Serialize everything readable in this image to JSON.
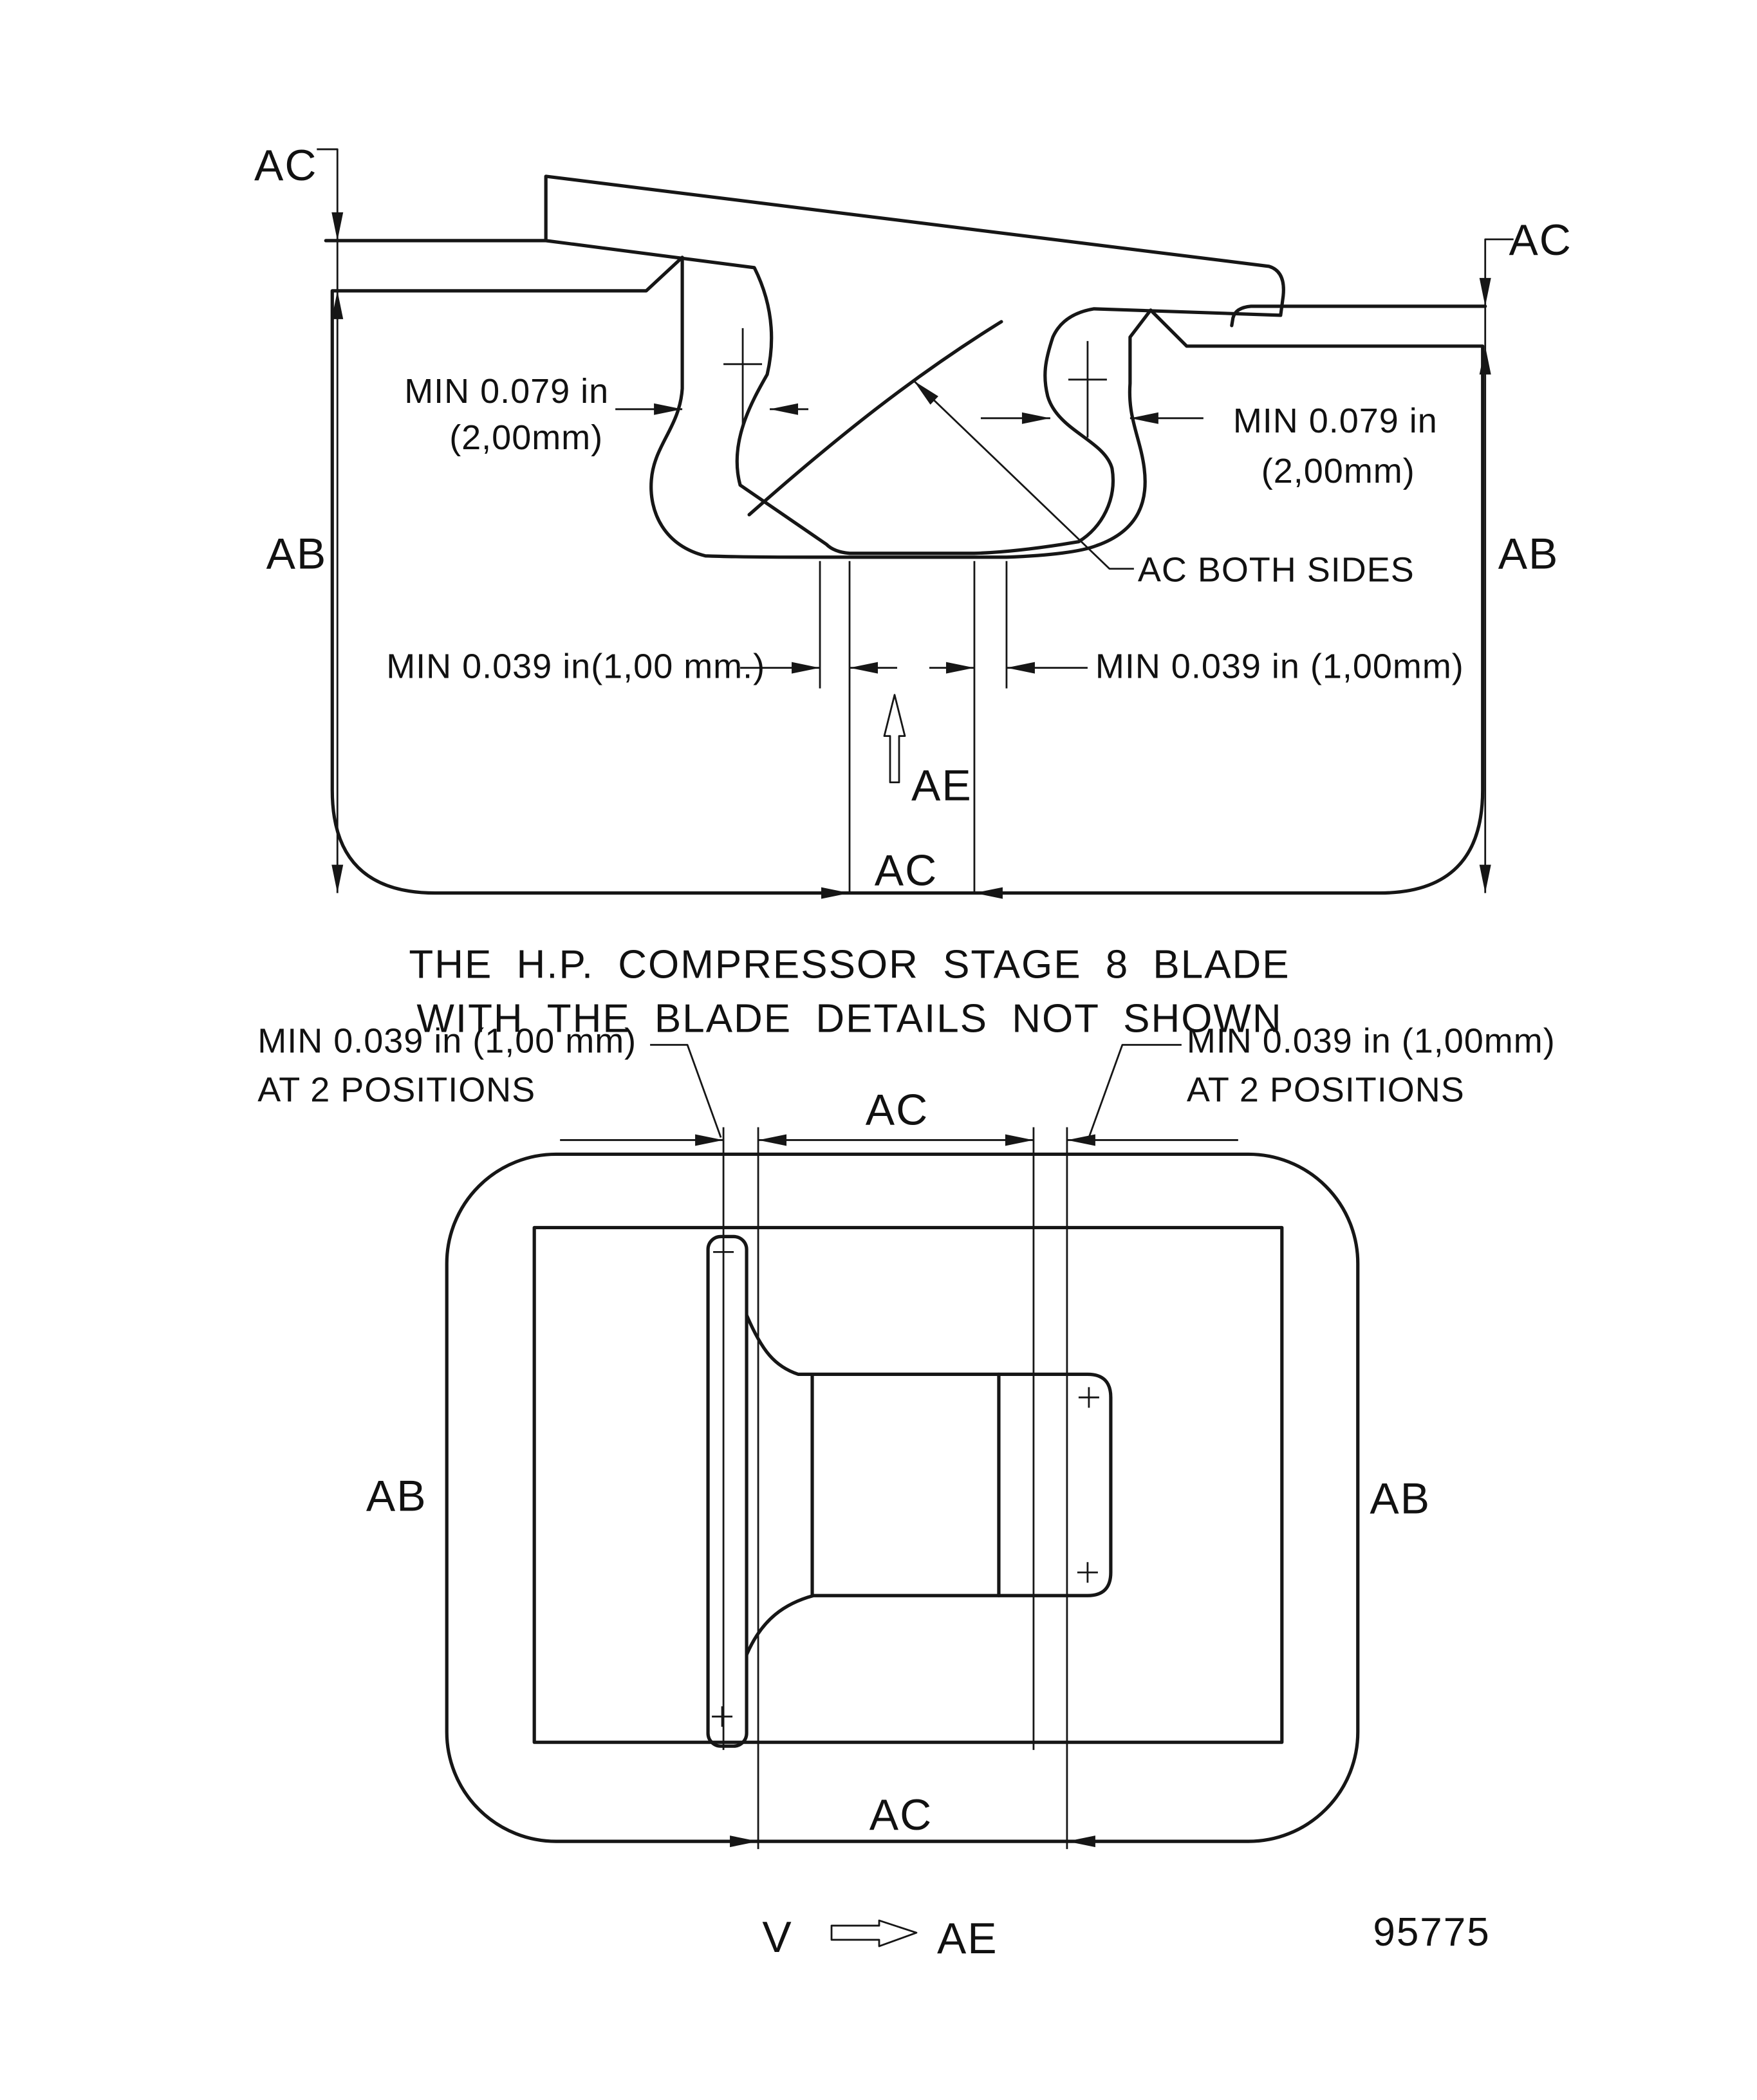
{
  "document": {
    "figure_number": "95775",
    "caption_line1": "THE H.P. COMPRESSOR STAGE 8 BLADE",
    "caption_line2": "WITH THE BLADE DETAILS NOT SHOWN"
  },
  "top_view": {
    "datum_ac_left": "AC",
    "datum_ac_right": "AC",
    "datum_ab_left": "AB",
    "datum_ab_right": "AB",
    "dim_platform_left_line1": "MIN 0.079 in",
    "dim_platform_left_line2": "(2,00mm)",
    "dim_platform_right_line1": "MIN 0.079 in",
    "dim_platform_right_line2": "(2,00mm)",
    "note_ac_both_sides": "AC BOTH SIDES",
    "dim_root_gap_left": "MIN 0.039 in(1,00 mm.)",
    "dim_root_gap_right": "MIN 0.039 in (1,00mm)",
    "view_direction_label": "AE",
    "dim_root_width_label": "AC"
  },
  "plan_view": {
    "dim_left_line1": "MIN 0.039 in (1,00 mm)",
    "dim_left_line2": "AT 2 POSITIONS",
    "dim_right_line1": "MIN 0.039 in (1,00mm)",
    "dim_right_line2": "AT 2 POSITIONS",
    "dim_top_label": "AC",
    "dim_bottom_label": "AC",
    "datum_ab_left": "AB",
    "datum_ab_right": "AB",
    "view_letter": "V",
    "view_arrow_label": "AE"
  }
}
